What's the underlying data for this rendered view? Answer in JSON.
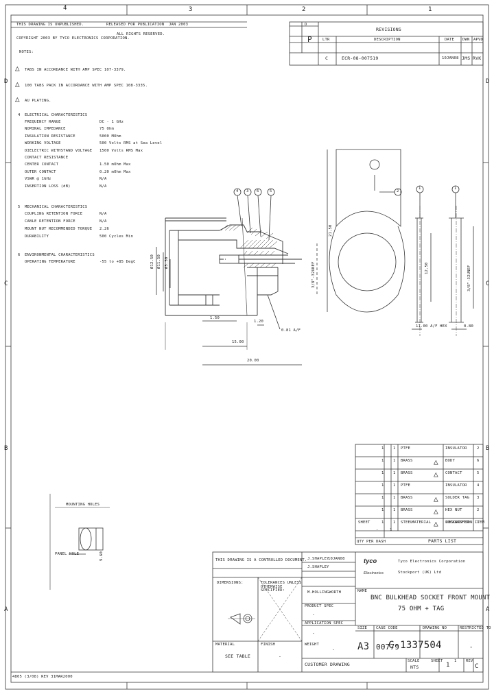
{
  "zones": {
    "top": [
      "4",
      "3",
      "2",
      "1"
    ],
    "side": [
      "D",
      "C",
      "B",
      "A"
    ]
  },
  "header": {
    "line1": "THIS DRAWING IS UNPUBLISHED.",
    "released": "RELEASED FOR PUBLICATION",
    "date": "JAN 2003",
    "copyright": "COPYRIGHT 2003 BY TYCO ELECTRONICS CORPORATION.",
    "rights": "ALL RIGHTS RESERVED."
  },
  "revisions": {
    "title": "REVISIONS",
    "cols": [
      "LTR",
      "DESCRIPTION",
      "DATE",
      "DWN",
      "APVD"
    ],
    "row": {
      "ltr": "C",
      "desc": "ECR-08-007519",
      "date": "10JAN08",
      "dwn": "JMS",
      "apvd": "RVK"
    },
    "dist": "D",
    "p": "P"
  },
  "notes": {
    "title": "NOTES:",
    "n1": "TABS IN ACCORDANCE WITH AMP SPEC 107-3379.",
    "n2": "100 TABS PACK IN ACCORDANCE WITH AMP SPEC 108-3335.",
    "n3": "AU PLATING.",
    "n4": "ELECTRICAL CHARACTERISTICS",
    "elec": [
      [
        "FREQUENCY RANGE",
        "DC - 1 GHz"
      ],
      [
        "NOMINAL IMPEDANCE",
        "75 Ohm"
      ],
      [
        "INSULATION RESISTANCE",
        "5000 MOhm"
      ],
      [
        "WORKING VOLTAGE",
        "500 Volts RMS at Sea Level"
      ],
      [
        "DIELECTRIC WITHSTAND VOLTAGE",
        "1500 Volts RMS Max"
      ],
      [
        "CONTACT RESISTANCE",
        ""
      ],
      [
        "CENTER CONTACT",
        "1.50 mOhm Max"
      ],
      [
        "OUTER CONTACT",
        "0.20 mOhm Max"
      ],
      [
        "VSWR @ 1GHz",
        "N/A"
      ],
      [
        "INSERTION LOSS (dB)",
        "N/A"
      ]
    ],
    "n5": "MECHANICAL CHARACTERISTICS",
    "mech": [
      [
        "COUPLING RETENTION FORCE",
        "N/A"
      ],
      [
        "CABLE RETENTION FORCE",
        "N/A"
      ],
      [
        "MOUNT NUT RECOMMENDED TORQUE",
        "2.26"
      ],
      [
        "DURABILITY",
        "500 Cycles Min"
      ]
    ],
    "n6": "ENVIRONMENTAL CHARACTERISTICS",
    "env": [
      [
        "OPERATING TEMPERATURE",
        "-55 to +85 DegC"
      ]
    ]
  },
  "dims": {
    "d1": "1.50",
    "d2": "15.00",
    "d3": "20.00",
    "d4": "0.81 A/F",
    "v1": "Ø12.50",
    "v2": "Ø11.50",
    "v3": "Ø5.50",
    "thread": "3/8\"-32UNEF",
    "tab_h": "21.50",
    "side_h": "12.50",
    "side_w": "11.00 A/F HEX",
    "side_t": "0.80",
    "side_thread": "3/8\"-32UNEF",
    "balloons": [
      "4",
      "3",
      "6",
      "5"
    ],
    "balloon_tab": "2",
    "balloon_side": "1"
  },
  "mounting": {
    "title": "MOUNTING HOLES",
    "label": "PANEL HOLE",
    "dim": "9.60"
  },
  "partlist": {
    "rows": [
      {
        "q": "1",
        "n": "1",
        "mat": "PTFE",
        "desc": "INSULATOR",
        "num": "2",
        "flag": false
      },
      {
        "q": "1",
        "n": "1",
        "mat": "BRASS",
        "desc": "BODY",
        "num": "6",
        "flag": true
      },
      {
        "q": "1",
        "n": "1",
        "mat": "BRASS",
        "desc": "CONTACT",
        "num": "5",
        "flag": true
      },
      {
        "q": "1",
        "n": "1",
        "mat": "PTFE",
        "desc": "INSULATOR",
        "num": "4",
        "flag": false
      },
      {
        "q": "1",
        "n": "1",
        "mat": "BRASS",
        "desc": "SOLDER TAG",
        "num": "3",
        "flag": true
      },
      {
        "q": "1",
        "n": "1",
        "mat": "BRASS",
        "desc": "HEX NUT",
        "num": "2",
        "flag": true
      },
      {
        "q": "1",
        "n": "1",
        "mat": "STEEL",
        "desc": "LOCKWASHER",
        "num": "1",
        "flag": true
      }
    ],
    "head": [
      "SHEET",
      "",
      "MATERIAL",
      "DESCRIPTION",
      "ITEM"
    ],
    "qty_label": "QTY PER DASH",
    "title": "PARTS LIST",
    "dash": [
      "-",
      "1"
    ]
  },
  "title_block": {
    "controlled": "THIS DRAWING IS A CONTROLLED DOCUMENT.",
    "dwn": "J.SHAPLEY",
    "dwn_date": "10JAN08",
    "chk": "J.SHAPLEY",
    "appr": "M.HOLLINGWORTH",
    "dimensions": "DIMENSIONS:",
    "tolerances": "TOLERANCES UNLESS OTHERWISE SPECIFIED:",
    "material": "MATERIAL",
    "material_val": "SEE TABLE",
    "finish": "FINISH",
    "finish_val": "-",
    "weight": "WEIGHT",
    "weight_val": "-",
    "app_spec": "APPLICATION SPEC",
    "product_spec": "PRODUCT SPEC",
    "company_logo_1": "tyco",
    "company_logo_2": "Electronics",
    "company": "Tyco Electronics Corporation",
    "city": "Stockport (UK) Ltd",
    "name_label": "NAME",
    "name_1": "BNC BULKHEAD SOCKET FRONT MOUNT",
    "name_2": "75 OHM + TAG",
    "size": "A3",
    "cage": "00779",
    "dwg_no": "C-1337504",
    "restricted": "-",
    "scale_label": "SCALE",
    "scale": "NTS",
    "sheet_label": "SHEET",
    "sheet": "1",
    "of": "1",
    "rev_label": "REV",
    "rev": "C",
    "customer": "CUSTOMER DRAWING",
    "size_label": "SIZE",
    "cage_label": "CAGE CODE",
    "dwg_label": "DRAWING NO",
    "restr_label": "RESTRICTED TO"
  },
  "footer": "4805 (3/08) REV 31MAR2000"
}
